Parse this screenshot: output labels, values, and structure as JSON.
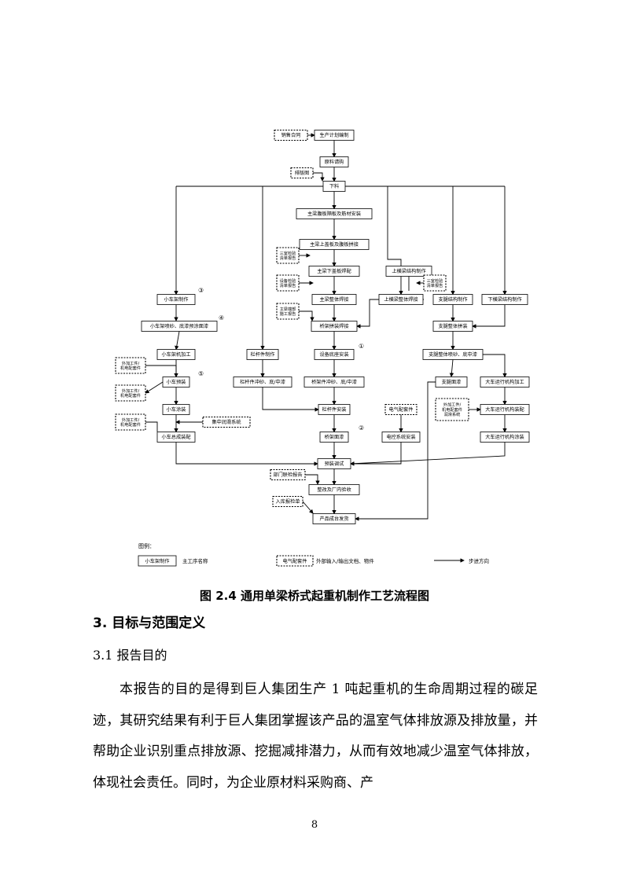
{
  "flowchart": {
    "nodes": {
      "sales_contract": "销售合同",
      "production_plan": "生产计划编制",
      "material_purchase": "原料请购",
      "layout_drawing": "排版图",
      "cutting": "下料",
      "web_stiffener": "主梁腹板隔板及筋材安装",
      "upper_cover_web": "主梁上盖板及腹板拼接",
      "doc_left_1": "三室检验\n清单报告",
      "lower_cover": "主梁下盖板焊配",
      "doc_left_2": "设备检验\n清单报告",
      "main_beam_weld": "主梁整体焊接",
      "doc_left_3": "主梁端部\n施工报告",
      "bridge_weld": "桥架拼装焊接",
      "upper_end_beam": "上横梁结构制作",
      "upper_end_beam_weld": "上横梁整体焊接",
      "doc_right_1": "三室检验\n清单报告",
      "leg_struct": "支腿结构制作",
      "lower_end_beam": "下横梁结构制作",
      "leg_assembly": "支腿整体拼装",
      "leg_paint": "支腿整体喷砂、底中漆",
      "leg_topcoat": "支腿面漆",
      "trolley_frame": "小车架制作",
      "trolley_blast": "小车架喷砂、底漆预涂面漆",
      "trolley_machining": "小车架机加工",
      "purchased_1": "外加工件/\n机电配套件",
      "trolley_preassembly": "小车预装",
      "purchased_2": "外加工件/\n机电配套件",
      "trolley_paint": "小车涂装",
      "purchased_3": "外加工件/\n机电配套件",
      "lubrication": "集中润滑系统",
      "trolley_final": "小车总成装配",
      "rail_frame": "栏杆件制作",
      "rail_blast": "栏杆件冲砂、底/中漆",
      "equip_base": "设备底座安装",
      "bridge_blast": "桥架件冲砂、底/中漆",
      "rail_install": "栏杆件安装",
      "bridge_topcoat": "桥架面漆",
      "elec_parts": "电气配套件",
      "elec_install": "电控系统安装",
      "travel_machining": "大车运行机构加工",
      "purchased_4": "外加工件/\n机电配套件\n润滑系统",
      "travel_assembly": "大车运行机构装配",
      "travel_paint": "大车运行机构涂装",
      "debug": "预装调试",
      "dept_report": "部门联检报告",
      "disassembly": "整改及厂内验收",
      "warehouse_list": "入库报检单",
      "shipment": "产品成台发货"
    },
    "markers": {
      "m1": "①",
      "m2": "②",
      "m3": "③",
      "m4": "④",
      "m5": "⑤"
    },
    "legend": {
      "title": "图例：",
      "main_box": "小车架制作",
      "main_text": "主工序名称",
      "input_box": "电气配套件",
      "input_text": "外部输入/输出文档、物件",
      "arrow_text": "步进方向"
    }
  },
  "caption": "图 2.4   通用单梁桥式起重机制作工艺流程图",
  "section_heading": "3.  目标与范围定义",
  "subsection_heading": "3.1  报告目的",
  "paragraph": "本报告的目的是得到巨人集团生产 1 吨起重机的生命周期过程的碳足迹，其研究结果有利于巨人集团掌握该产品的温室气体排放源及排放量，并帮助企业识别重点排放源、挖掘减排潜力，从而有效地减少温室气体排放，体现社会责任。同时，为企业原材料采购商、产",
  "page_number": "8"
}
